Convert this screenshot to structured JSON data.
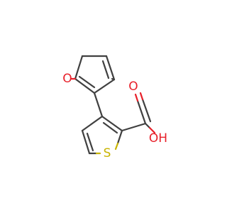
{
  "molecule": {
    "atoms": {
      "furan_oxygen": {
        "label": "O",
        "color": "#e8202a"
      },
      "thiophene_sulfur": {
        "label": "S",
        "color": "#c8b400"
      },
      "carbonyl_oxygen": {
        "label": "O",
        "color": "#e8202a"
      },
      "hydroxyl": {
        "label": "OH",
        "color": "#e8202a"
      }
    },
    "colors": {
      "bond": "#404040",
      "oxygen": "#e8202a",
      "sulfur": "#c8b400"
    }
  }
}
